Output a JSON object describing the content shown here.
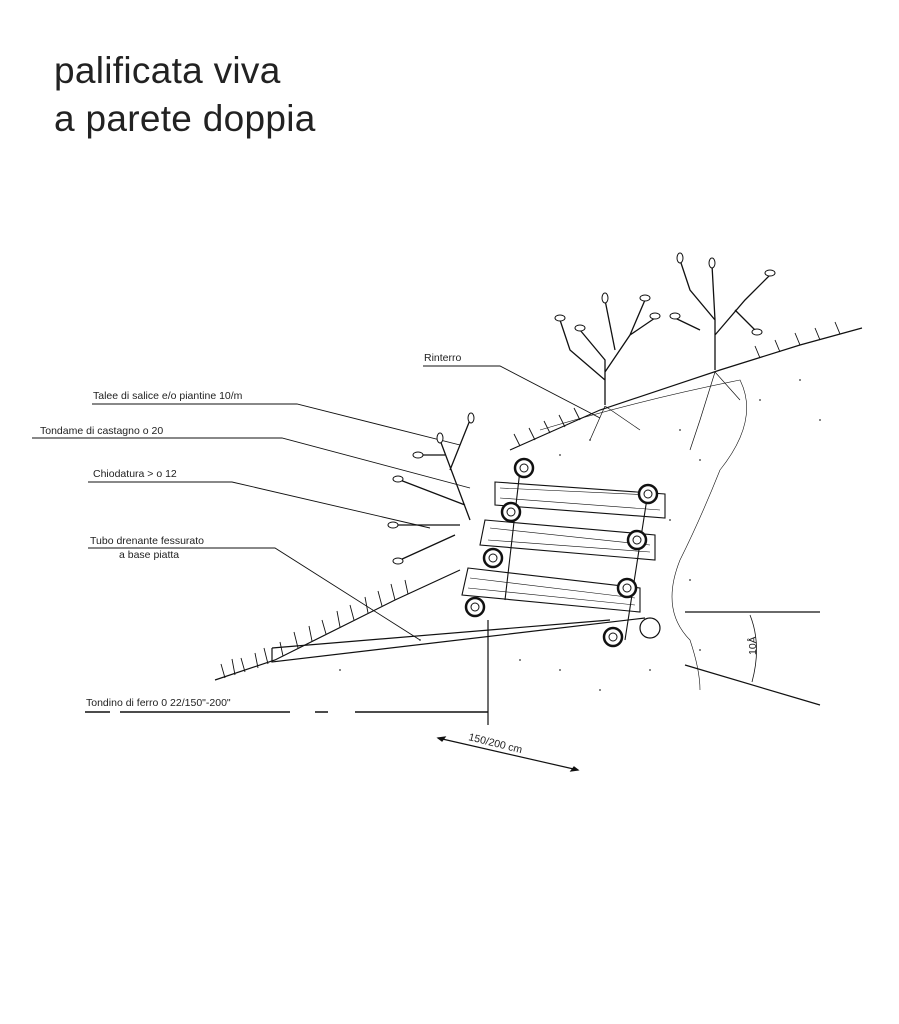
{
  "title": {
    "line1": "palificata viva",
    "line2": "a parete doppia"
  },
  "labels": {
    "rinterro": "Rinterro",
    "talee": "Talee di salice e/o piantine 10/m",
    "tondame": "Tondame di castagno o 20",
    "chiodatura": "Chiodatura > o 12",
    "tubo_line1": "Tubo drenante fessurato",
    "tubo_line2": "a base piatta",
    "tondino": "Tondino di ferro 0 22/150\"-200\"",
    "width_dim": "150/200 cm",
    "angle_dim": "10Å"
  }
}
